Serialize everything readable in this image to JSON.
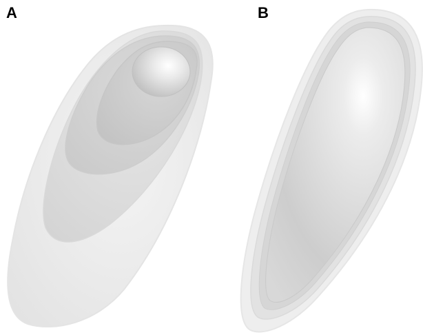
{
  "panels": [
    {
      "label": "A",
      "shape": "nested-shells"
    },
    {
      "label": "B",
      "shape": "egg-shell"
    }
  ],
  "colors": {
    "background": "#ffffff",
    "shell_light": "#f0f0f0",
    "shell_mid": "#dcdcdc",
    "shell_dark": "#c4c4c4",
    "highlight": "#ffffff"
  }
}
